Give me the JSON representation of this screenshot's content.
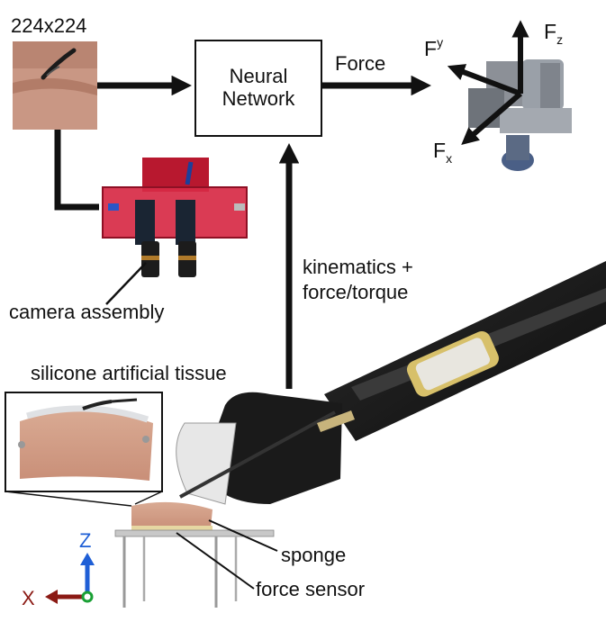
{
  "input_image": {
    "size_label": "224x224"
  },
  "network": {
    "line1": "Neural",
    "line2": "Network"
  },
  "output": {
    "label": "Force"
  },
  "axes_fig": {
    "fx": "F",
    "fx_sub": "x",
    "fy": "F",
    "fy_sub": "y",
    "fz": "F",
    "fz_sub": "z"
  },
  "kinematics": {
    "line1": "kinematics +",
    "line2": "force/torque"
  },
  "labels": {
    "camera": "camera assembly",
    "tissue": "silicone artificial tissue",
    "sponge": "sponge",
    "sensor": "force sensor"
  },
  "frame": {
    "z": "Z",
    "x": "X"
  },
  "colors": {
    "z_axis": "#1f5fd6",
    "x_axis": "#8b1a14",
    "origin": "#1aa035",
    "camera_red": "#c4203a"
  }
}
